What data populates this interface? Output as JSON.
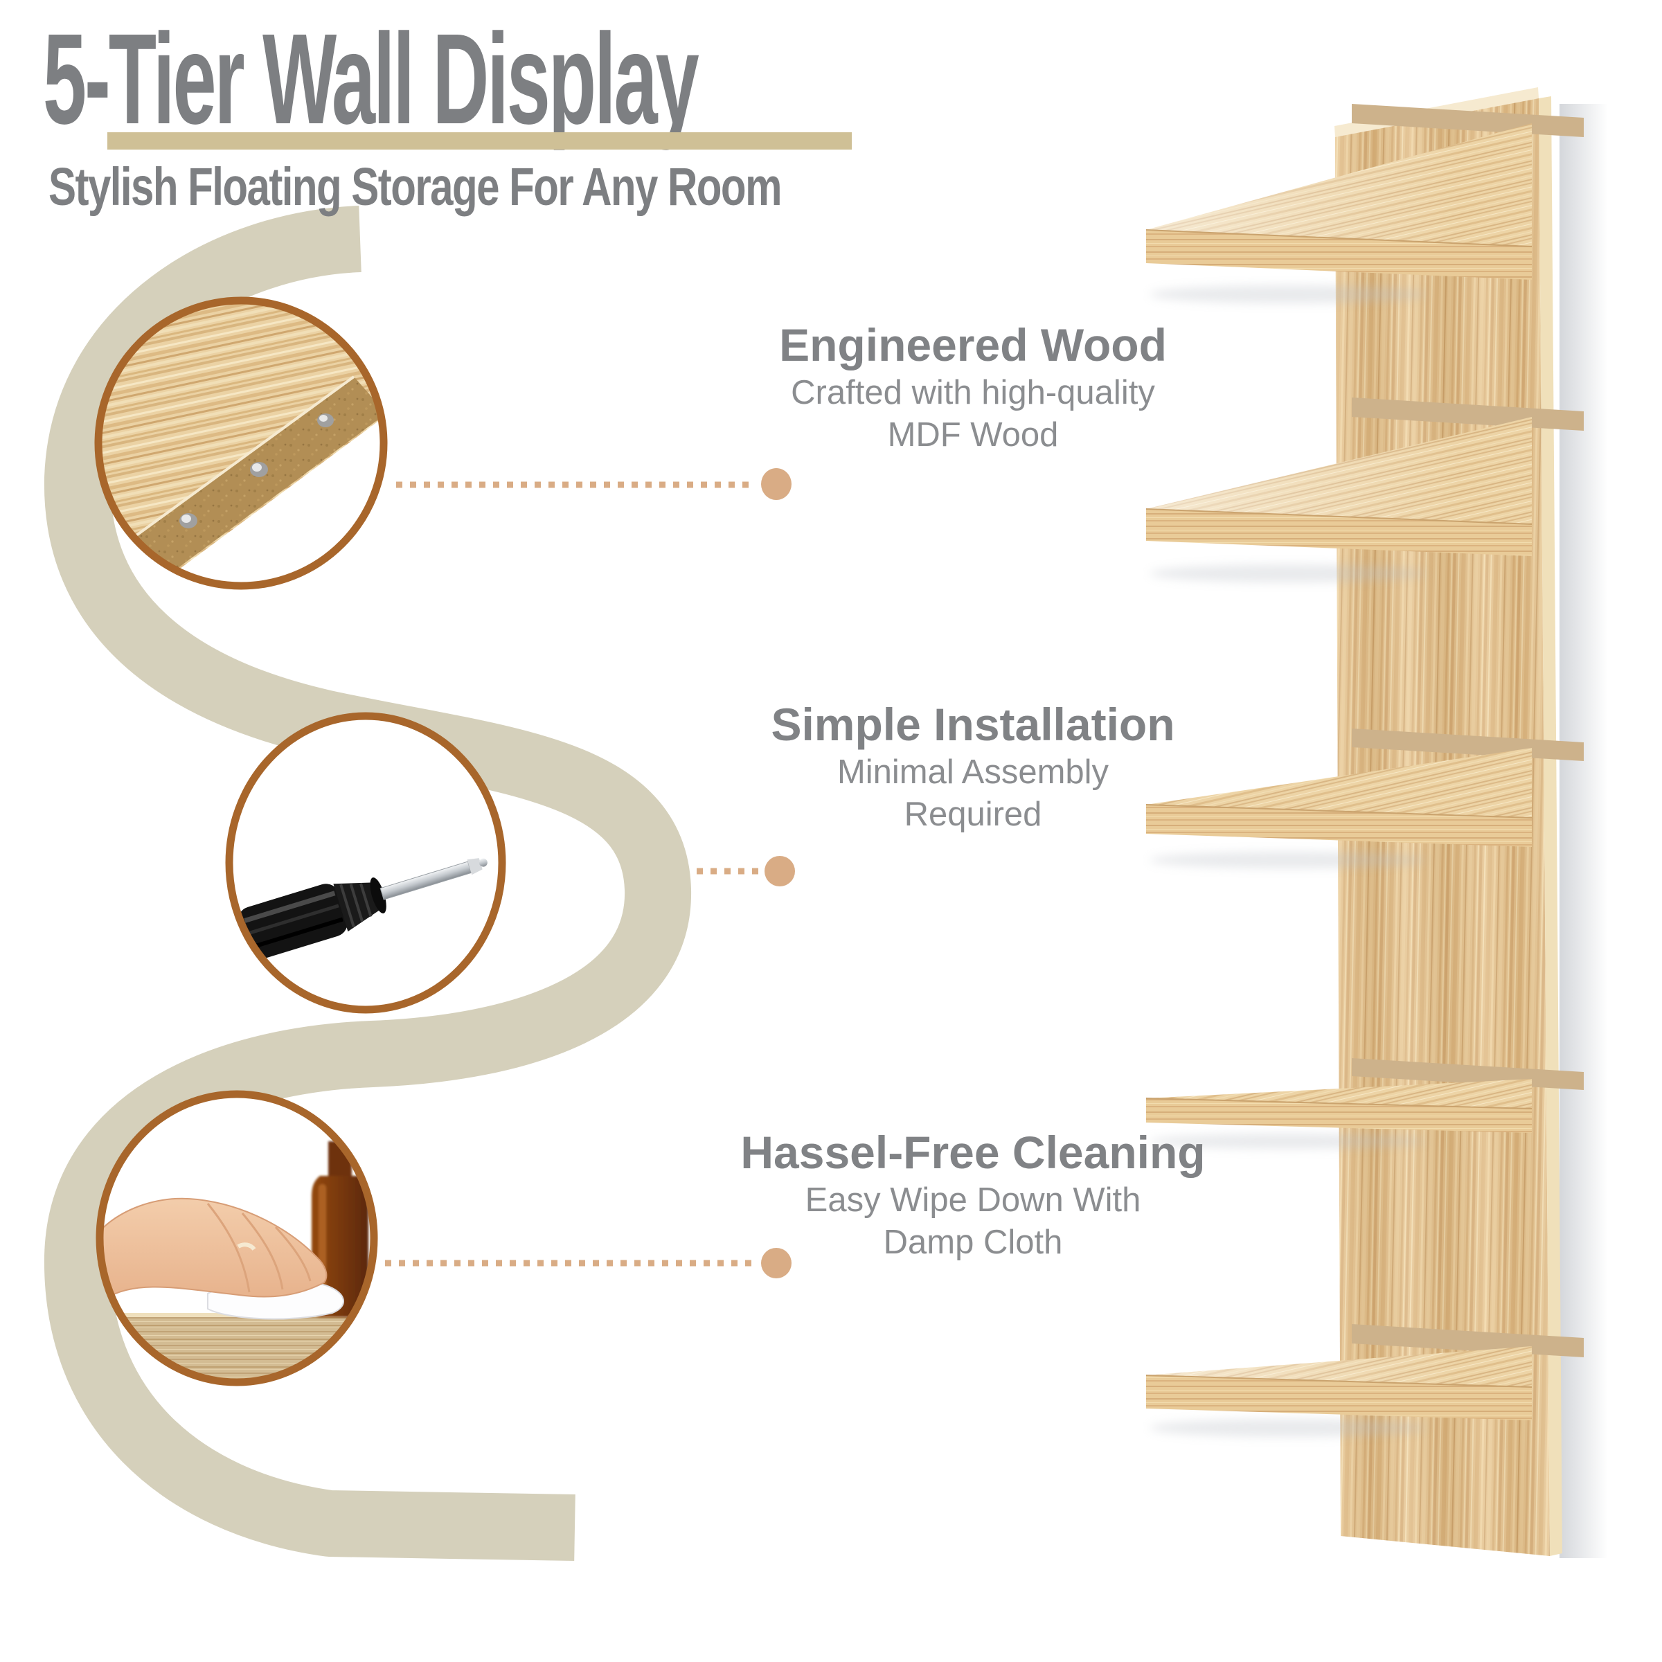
{
  "header": {
    "title": "5-Tier Wall Display",
    "subtitle": "Stylish Floating Storage For Any Room"
  },
  "features": [
    {
      "heading": "Engineered Wood",
      "line1": "Crafted with high-quality",
      "line2": "MDF Wood",
      "photo": "wood-grain-closeup"
    },
    {
      "heading": "Simple Installation",
      "line1": "Minimal Assembly",
      "line2": "Required",
      "photo": "screwdriver"
    },
    {
      "heading": "Hassel-Free Cleaning",
      "line1": "Easy Wipe Down With",
      "line2": "Damp Cloth",
      "photo": "hand-wiping-shelf"
    }
  ],
  "product": {
    "name": "5-Tier Wall Display Shelf",
    "tiers": 5,
    "finish": "light oak wood"
  },
  "colors": {
    "page-bg": "#ffffff",
    "title-gray": "#7d7f82",
    "heading-gray": "#808285",
    "subtext-gray": "#8b8d90",
    "rule-tan": "#cfc096",
    "band-beige": "#d5d0bb",
    "ring-brown": "#a8662b",
    "dot-tan": "#d9ac85",
    "wood-light": "#e2c08d",
    "wood-edge": "#f0e0ba",
    "rail-tan": "#cdb28b"
  }
}
